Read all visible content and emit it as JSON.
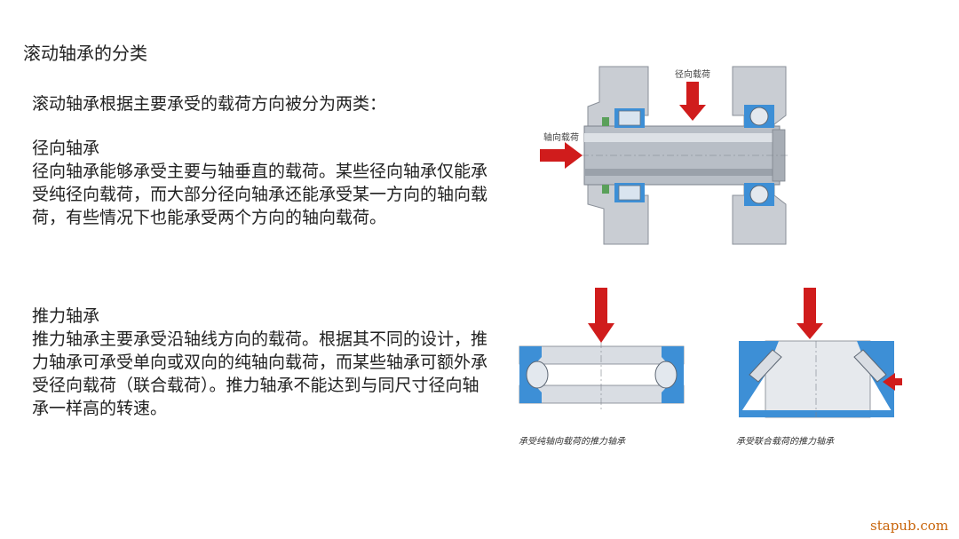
{
  "slide_title": "滚动轴承的分类",
  "intro": "滚动轴承根据主要承受的载荷方向被分为两类：",
  "radial": {
    "heading": "径向轴承",
    "body": "径向轴承能够承受主要与轴垂直的载荷。某些径向轴承仅能承受纯径向载荷，而大部分径向轴承还能承受某一方向的轴向载荷，有些情况下也能承受两个方向的轴向载荷。"
  },
  "thrust": {
    "heading": "推力轴承",
    "body": "推力轴承主要承受沿轴线方向的载荷。根据其不同的设计，推力轴承可承受单向或双向的纯轴向载荷，而某些轴承可额外承受径向载荷（联合载荷）。推力轴承不能达到与同尺寸径向轴承一样高的转速。"
  },
  "figure_top": {
    "radial_load_label": "径向载荷",
    "axial_load_label": "轴向载荷"
  },
  "figure_bottom": {
    "left_caption": "承受纯轴向载荷的推力轴承",
    "right_caption": "承受联合载荷的推力轴承"
  },
  "watermark": "stapub.com",
  "colors": {
    "arrow": "#d01c1c",
    "bearing_blue": "#3d8fd6",
    "housing_gray": "#c9cdd3",
    "shaft_gray": "#b8bec6"
  }
}
